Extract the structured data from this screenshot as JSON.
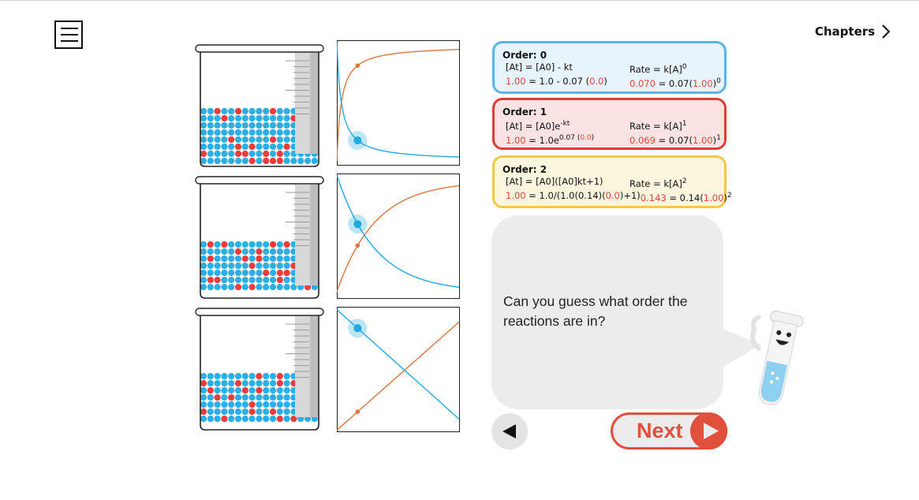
{
  "header": {
    "menu_icon": "hamburger-menu-icon",
    "chapters_label": "Chapters",
    "chapters_icon": "chevron-right-icon"
  },
  "colors": {
    "water_blue": "#2eaee6",
    "particle_red": "#ee3b3b",
    "curve_blue": "#22a8e0",
    "curve_orange": "#d9773f",
    "accent_red": "#e0503d"
  },
  "cards": [
    {
      "title": "Order: 0",
      "line1_left": "[At] = [A0] - kt",
      "line1_right": "Rate = k[A]",
      "line1_right_exp": "0",
      "line2_value": "1.00",
      "line2_rest_a": " = 1.0 - 0.07 (",
      "line2_time": "0.0",
      "line2_rest_b": ")",
      "rate_value": "0.070",
      "rate_mid": " = 0.07(",
      "rate_conc": "1.00",
      "rate_end": ")",
      "rate_exp": "0"
    },
    {
      "title": "Order: 1",
      "line1_left": "[At] = [A0]e",
      "line1_left_exp": "-kt",
      "line1_right": "Rate = k[A]",
      "line1_right_exp": "1",
      "line2_value": "1.00",
      "line2_rest_a": " = 1.0e",
      "line2_rest_exp": "0.07 (",
      "line2_time": "0.0",
      "line2_rest_b": ")",
      "rate_value": "0.069",
      "rate_mid": " = 0.07(",
      "rate_conc": "1.00",
      "rate_end": ")",
      "rate_exp": "1"
    },
    {
      "title": "Order: 2",
      "line1_left": "[At] = [A0]([A0]kt+1)",
      "line1_right": "Rate = k[A]",
      "line1_right_exp": "2",
      "line2_value": "1.00",
      "line2_rest_a": " = 1.0/(1.0(0.14)(",
      "line2_time": "0.0",
      "line2_rest_b": ")+1)",
      "rate_value": "0.143",
      "rate_mid": " = 0.14(",
      "rate_conc": "1.00",
      "rate_end": ")",
      "rate_exp": "2"
    }
  ],
  "speech": {
    "text": "Can you guess what order the reactions are in?"
  },
  "nav": {
    "back_icon": "left-triangle-icon",
    "next_label": "Next",
    "next_icon": "right-triangle-icon"
  }
}
